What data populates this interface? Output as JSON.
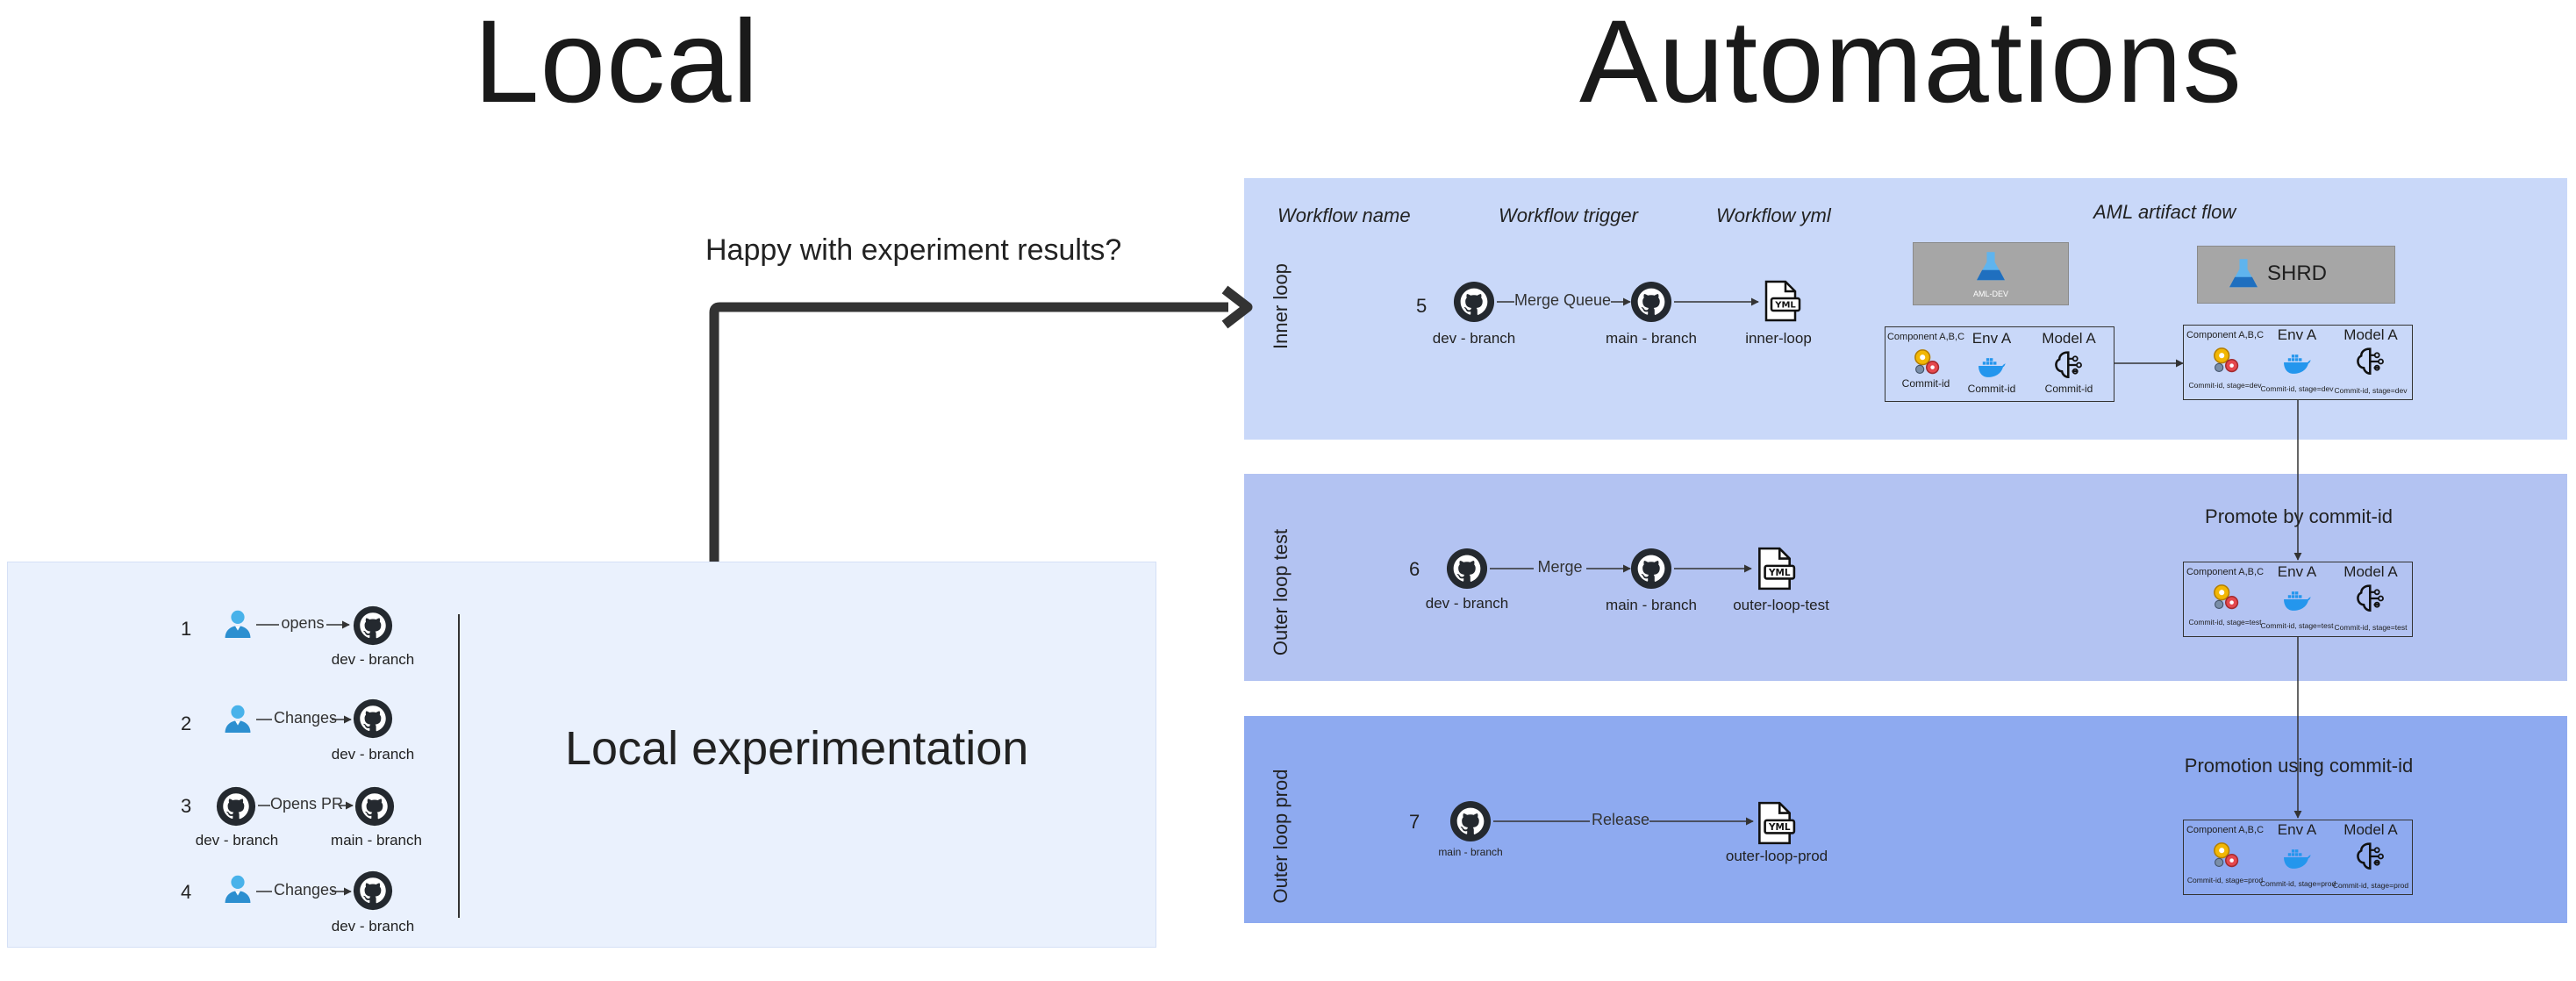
{
  "titles": {
    "local": "Local",
    "automations": "Automations"
  },
  "question": "Happy with experiment results?",
  "local": {
    "heading": "Local experimentation",
    "steps": [
      {
        "num": "1",
        "edge": "opens",
        "target": "dev - branch"
      },
      {
        "num": "2",
        "edge": "Changes",
        "target": "dev - branch"
      },
      {
        "num": "3",
        "edge": "Opens PR",
        "source": "dev - branch",
        "target": "main - branch"
      },
      {
        "num": "4",
        "edge": "Changes",
        "target": "dev - branch"
      }
    ]
  },
  "headers": {
    "workflow_name": "Workflow name",
    "workflow_trigger": "Workflow trigger",
    "workflow_yml": "Workflow yml",
    "artifact_flow": "AML artifact flow"
  },
  "rows": [
    {
      "name": "Inner loop",
      "num": "5",
      "edge": "Merge Queue",
      "source": "dev - branch",
      "target": "main - branch",
      "yml_file": "inner-loop"
    },
    {
      "name": "Outer loop test",
      "num": "6",
      "edge": "Merge",
      "source": "dev - branch",
      "target": "main - branch",
      "yml_file": "outer-loop-test"
    },
    {
      "name": "Outer loop prod",
      "num": "7",
      "edge": "Release",
      "source": "main - branch",
      "yml_file": "outer-loop-prod"
    }
  ],
  "workspaces": {
    "dev": "AML-DEV",
    "shared": "SHRD"
  },
  "artifact_labels": {
    "component": "Component A,B,C",
    "env": "Env A",
    "model": "Model A"
  },
  "artifact_footers": {
    "dev": {
      "component": "Commit-id",
      "env": "Commit-id",
      "model": "Commit-id"
    },
    "shrd_dev": {
      "component": "Commit-id, stage=dev",
      "env": "Commit-id, stage=dev",
      "model": "Commit-id, stage=dev"
    },
    "shrd_test": {
      "component": "Commit-id, stage=test",
      "env": "Commit-id, stage=test",
      "model": "Commit-id, stage=test"
    },
    "shrd_prod": {
      "component": "Commit-id, stage=prod",
      "env": "Commit-id, stage=prod",
      "model": "Commit-id, stage=prod"
    }
  },
  "promotions": {
    "to_test": "Promote by commit-id",
    "to_prod": "Promotion using commit-id"
  },
  "icons": {
    "yml": "YML"
  },
  "colors": {
    "local_panel": "#eaf1fd",
    "inner_panel": "#c9d8f9",
    "test_panel": "#b3c3f2",
    "prod_panel": "#8eaaf0",
    "github": "#24292f",
    "user": "#3aa1e0",
    "docker": "#2496ed",
    "aml": "#2f88d6"
  }
}
